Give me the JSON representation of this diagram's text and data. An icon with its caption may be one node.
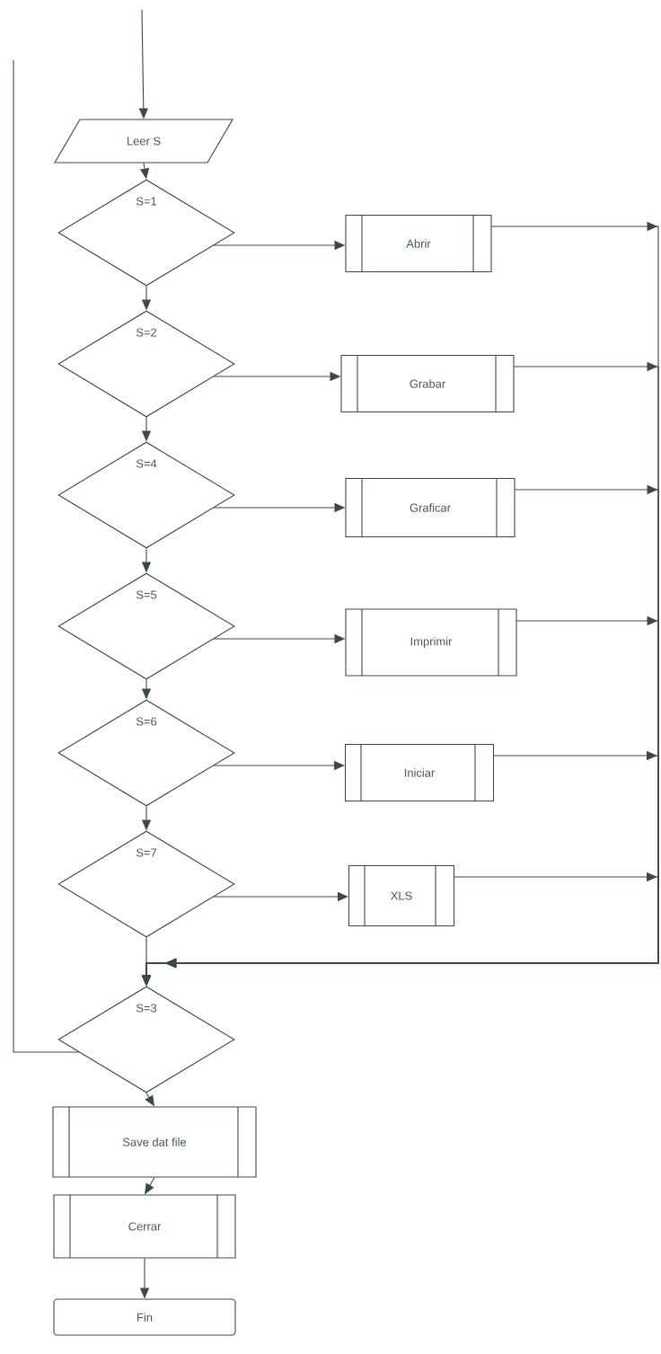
{
  "diagram": {
    "nodes": [
      {
        "text": [
          "Leer S"
        ]
      },
      {
        "text": [
          "S=1"
        ]
      },
      {
        "text": [
          "Abrir"
        ]
      },
      {
        "text": [
          "S=2"
        ]
      },
      {
        "text": [
          "Grabar"
        ]
      },
      {
        "text": [
          "S=4"
        ]
      },
      {
        "text": [
          "Graficar"
        ]
      },
      {
        "text": [
          "S=5"
        ]
      },
      {
        "text": [
          "Imprimir"
        ]
      },
      {
        "text": [
          "S=6"
        ]
      },
      {
        "text": [
          "Iniciar"
        ]
      },
      {
        "text": [
          "S=7"
        ]
      },
      {
        "text": [
          "XLS"
        ]
      },
      {
        "text": [
          "S=3"
        ]
      },
      {
        "text": [
          "Save dat file"
        ]
      },
      {
        "text": [
          "Cerrar"
        ]
      },
      {
        "text": [
          "Fin"
        ]
      }
    ],
    "edges": [
      {
        "from": null,
        "to": 0,
        "arrow": "to"
      },
      {
        "from": 0,
        "to": 1,
        "arrow": "to"
      },
      {
        "from": 1,
        "to": 2,
        "arrow": "to"
      },
      {
        "from": 1,
        "to": 3,
        "arrow": "to"
      },
      {
        "from": 3,
        "to": 4,
        "arrow": "to"
      },
      {
        "from": 3,
        "to": 5,
        "arrow": "to"
      },
      {
        "from": 5,
        "to": 6,
        "arrow": "to"
      },
      {
        "from": 5,
        "to": 7,
        "arrow": "to"
      },
      {
        "from": 7,
        "to": 8,
        "arrow": "to"
      },
      {
        "from": 7,
        "to": 9,
        "arrow": "to"
      },
      {
        "from": 9,
        "to": 10,
        "arrow": "to"
      },
      {
        "from": 9,
        "to": 11,
        "arrow": "to"
      },
      {
        "from": 11,
        "to": 12,
        "arrow": "to"
      },
      {
        "from": 11,
        "to": 13,
        "arrow": "to"
      },
      {
        "from": 2,
        "to": 13,
        "arrow": "to"
      },
      {
        "from": 4,
        "to": 13,
        "arrow": "to"
      },
      {
        "from": 6,
        "to": 13,
        "arrow": "to"
      },
      {
        "from": 8,
        "to": 13,
        "arrow": "to"
      },
      {
        "from": 10,
        "to": 13,
        "arrow": "to"
      },
      {
        "from": 12,
        "to": 13,
        "arrow": "to"
      },
      {
        "from": 13,
        "to": 14,
        "arrow": "to"
      },
      {
        "from": 13,
        "to": null,
        "arrow": "none"
      },
      {
        "from": 14,
        "to": 15,
        "arrow": "to"
      },
      {
        "from": 15,
        "to": 16,
        "arrow": "to"
      }
    ]
  }
}
